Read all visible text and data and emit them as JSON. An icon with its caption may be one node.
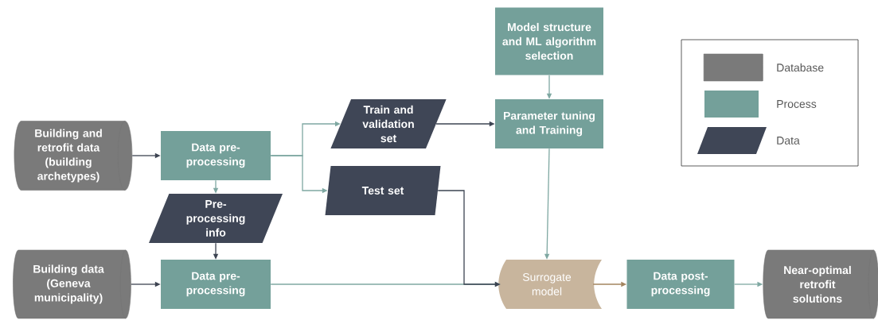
{
  "diagram": {
    "nodes": [
      {
        "text": [
          "Building and retrofit data (building archetypes)"
        ]
      },
      {
        "text": [
          "Data pre-processing"
        ]
      },
      {
        "text": [
          "Train and validation set"
        ]
      },
      {
        "text": [
          "Test set"
        ]
      },
      {
        "text": [
          "Pre-processing info"
        ]
      },
      {
        "text": [
          "Model structure and ML algorithm selection"
        ]
      },
      {
        "text": [
          "Parameter tuning and Training"
        ]
      },
      {
        "text": [
          "Building data (Geneva municipality)"
        ]
      },
      {
        "text": [
          "Data pre-processing"
        ]
      },
      {
        "text": [
          "Surrogate model"
        ]
      },
      {
        "text": [
          "Data post-processing"
        ]
      },
      {
        "text": [
          "Near-optimal retrofit solutions"
        ]
      }
    ],
    "edges": [
      {
        "from": 0,
        "to": 1,
        "arrow": "to",
        "color": "#3d4452"
      },
      {
        "from": 1,
        "to": 2,
        "arrow": "to"
      },
      {
        "from": 1,
        "to": 3,
        "arrow": "to"
      },
      {
        "from": 1,
        "to": 4,
        "arrow": "to"
      },
      {
        "from": 4,
        "to": 8,
        "arrow": "to",
        "color": "#3d4452"
      },
      {
        "from": 7,
        "to": 8,
        "arrow": "to",
        "color": "#3d4452"
      },
      {
        "from": 2,
        "to": 6,
        "arrow": "to",
        "color": "#3d4452"
      },
      {
        "from": 5,
        "to": 6,
        "arrow": "to"
      },
      {
        "from": 6,
        "to": 9,
        "arrow": "to"
      },
      {
        "from": 8,
        "to": 9,
        "arrow": "to"
      },
      {
        "from": 3,
        "to": 9,
        "arrow": "to",
        "color": "#3d4452"
      },
      {
        "from": 9,
        "to": 10,
        "arrow": "to",
        "color": "#a3845f"
      },
      {
        "from": 10,
        "to": 11,
        "arrow": "to"
      }
    ],
    "legend": [
      {
        "text": "Database",
        "color": "#7a7a7a"
      },
      {
        "text": "Process",
        "color": "#74a09a"
      },
      {
        "text": "Data",
        "color": "#3f4656"
      }
    ]
  }
}
